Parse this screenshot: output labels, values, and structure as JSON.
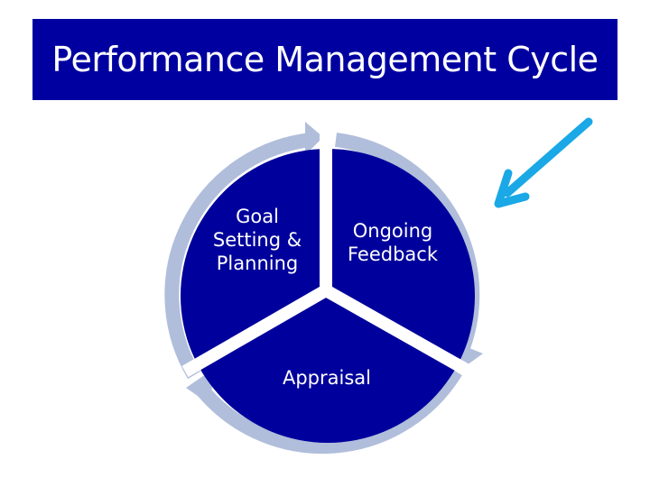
{
  "title": "Performance Management Cycle",
  "colors": {
    "title_bg": "#0000a0",
    "segment_fill": "#00009c",
    "ring": "#b0bedb",
    "pointer_arrow": "#1aa8e6",
    "text": "#ffffff"
  },
  "cycle": {
    "segments": [
      {
        "label_lines": [
          "Goal",
          "Setting &",
          "Planning"
        ]
      },
      {
        "label_lines": [
          "Ongoing",
          "Feedback"
        ]
      },
      {
        "label_lines": [
          "Appraisal"
        ]
      }
    ]
  },
  "icons": {
    "pointer": "arrow-down-left-icon",
    "cycle_arrows": "curved-arrow-icon"
  }
}
